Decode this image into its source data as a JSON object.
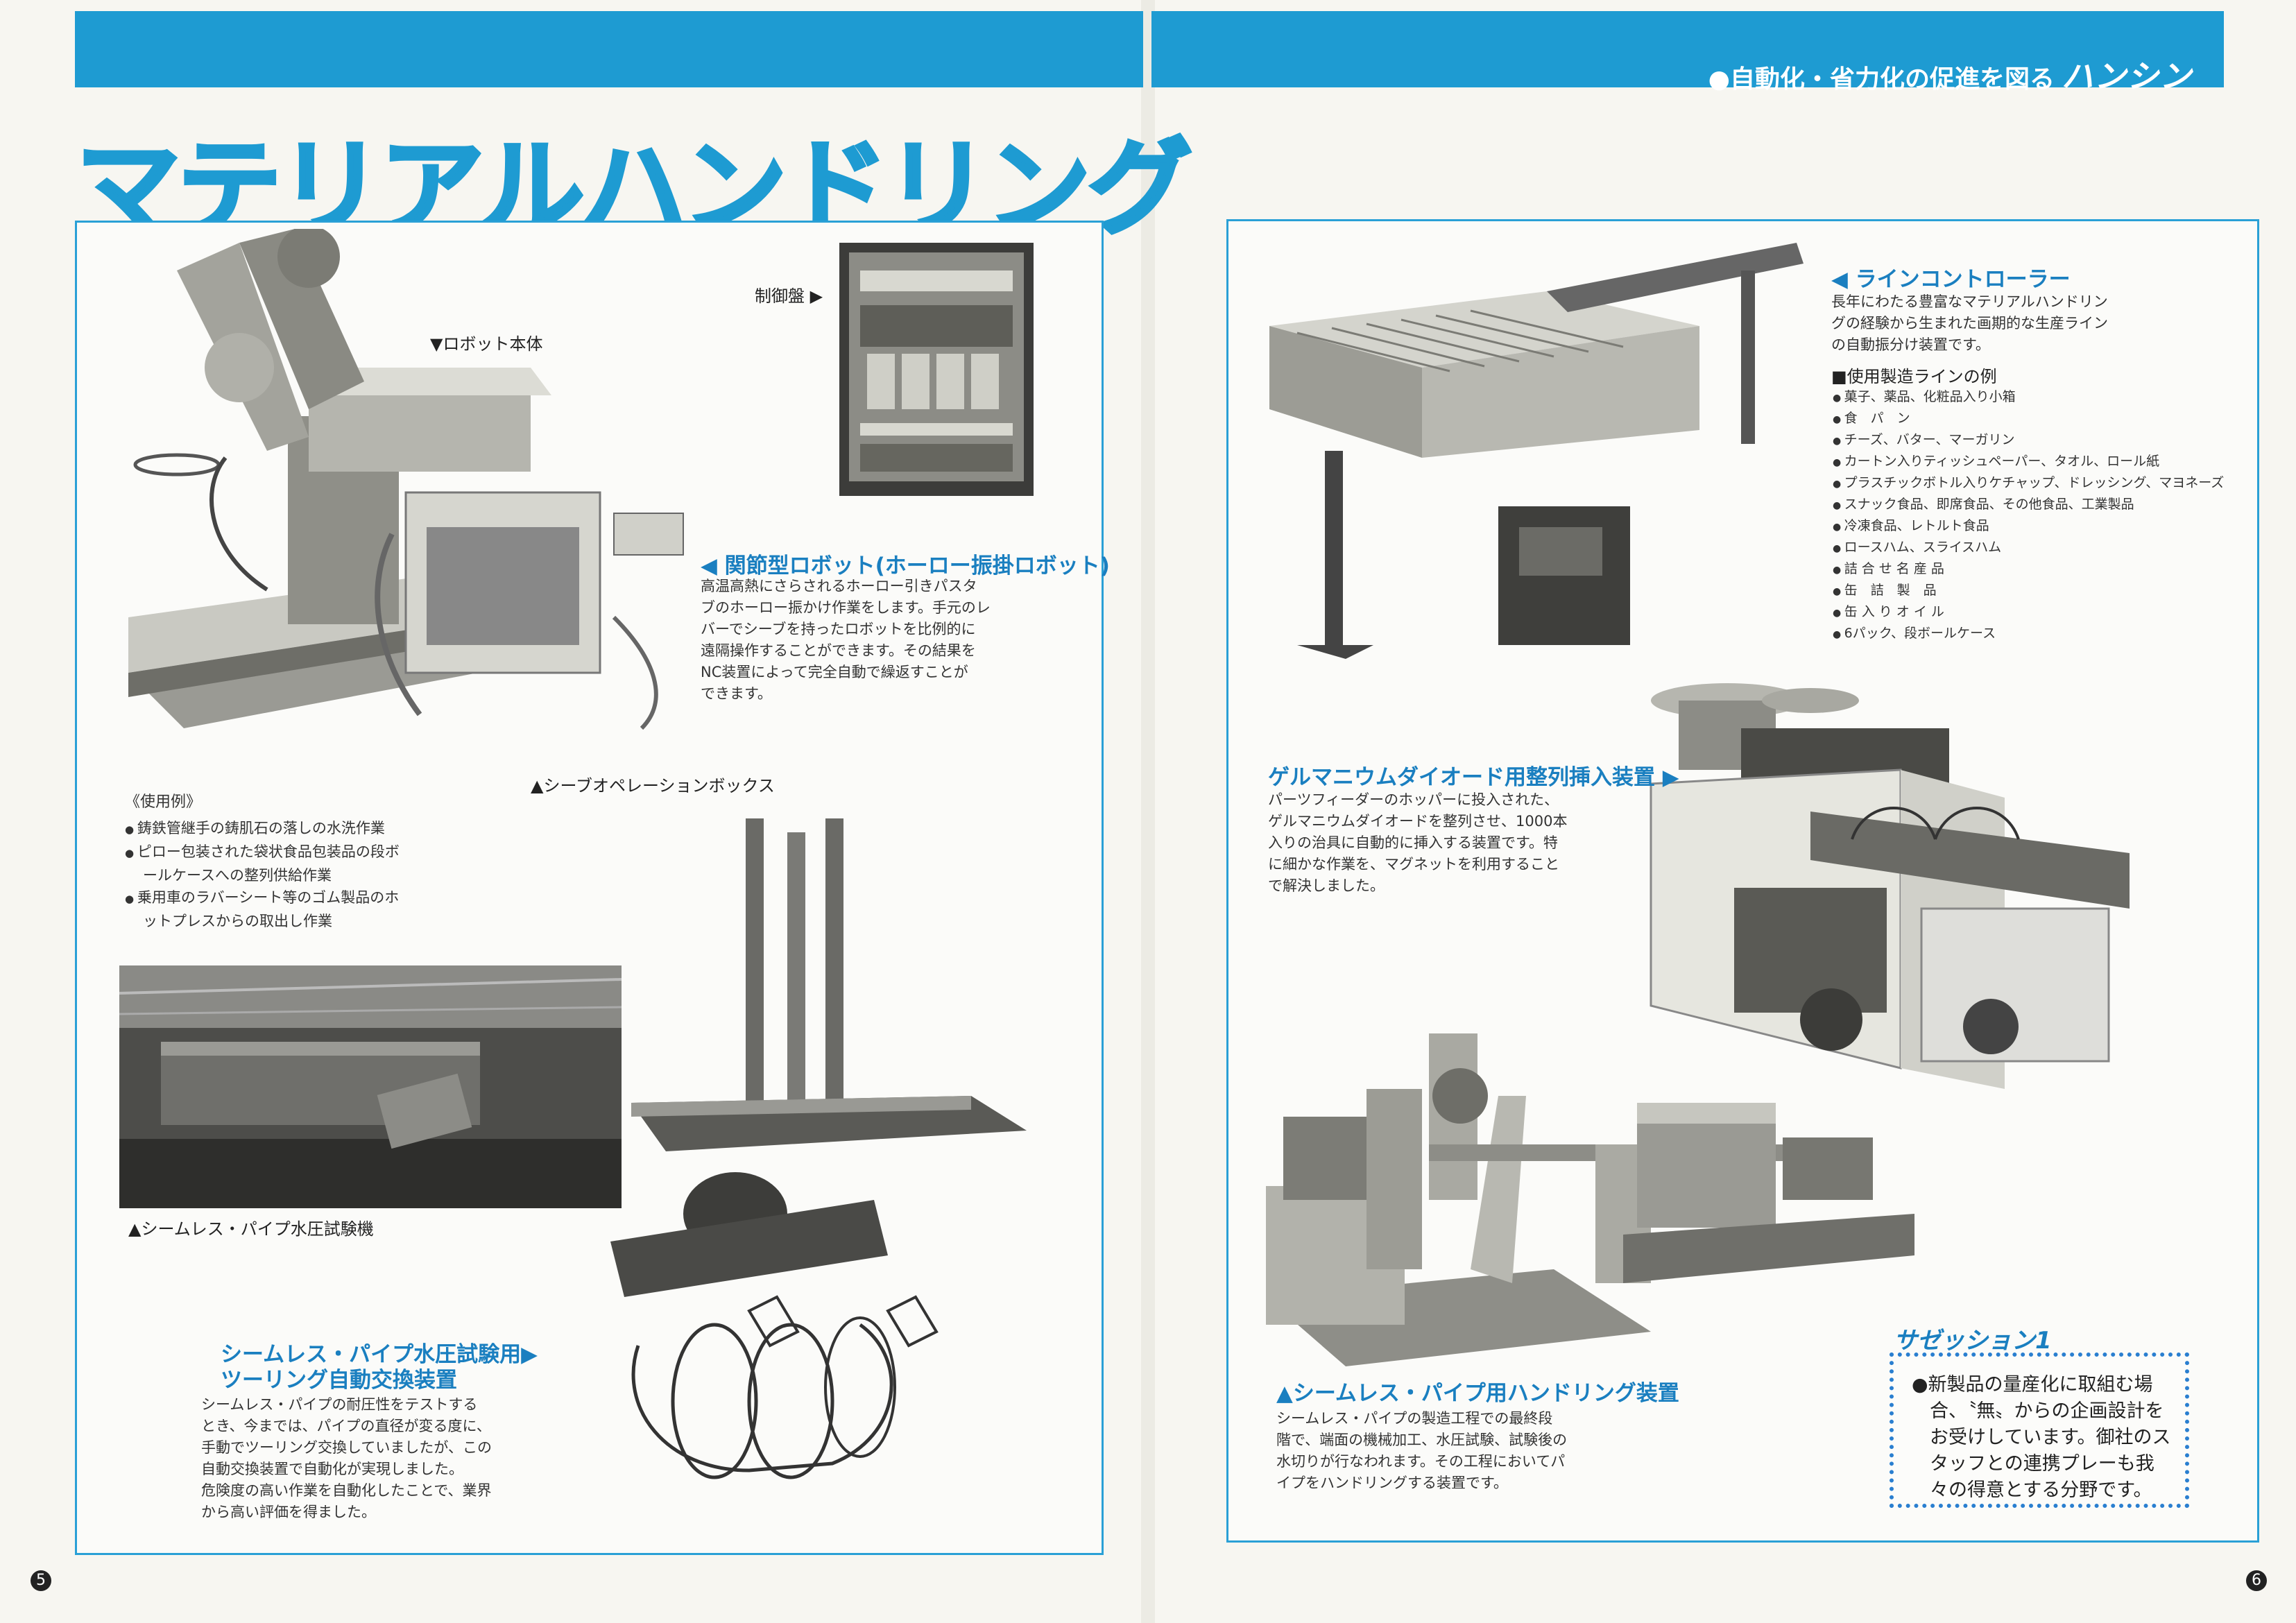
{
  "header": {
    "tagline": "●自動化・省力化の促進を図る",
    "brand": "ハンシン"
  },
  "title": "マテリアルハンドリング",
  "left": {
    "captions": {
      "control_panel": "制御盤 ▶",
      "robot_body": "▼ロボット本体",
      "operation_box": "▲シーブオペレーションボックス",
      "hydro_tester": "▲シームレス・パイプ水圧試験機"
    },
    "robot": {
      "heading": "◀ 関節型ロボット(ホーロー振掛ロボット)",
      "lines": [
        "高温高熱にさらされるホーロー引きパスタ",
        "ブのホーロー振かけ作業をします。手元のレ",
        "バーでシーブを持ったロボットを比例的に",
        "遠隔操作することができます。その結果を",
        "NC装置によって完全自動で繰返すことが",
        "できます。"
      ]
    },
    "uses": {
      "heading": "《使用例》",
      "items": [
        "鋳鉄管継手の鋳肌石の落しの水洗作業",
        "ピロー包装された袋状食品包装品の段ボ\nールケースへの整列供給作業",
        "乗用車のラバーシート等のゴム製品のホ\nットプレスからの取出し作業"
      ]
    },
    "tooling": {
      "heading1": "シームレス・パイプ水圧試験用▶",
      "heading2": "ツーリング自動交換装置",
      "lines": [
        "シームレス・パイプの耐圧性をテストする",
        "とき、今までは、パイプの直径が変る度に、",
        "手動でツーリング交換していましたが、この",
        "自動交換装置で自動化が実現しました。",
        "危険度の高い作業を自動化したことで、業界",
        "から高い評価を得ました。"
      ]
    },
    "page_no": "5"
  },
  "right": {
    "line_controller": {
      "heading": "◀ ラインコントローラー",
      "lines": [
        "長年にわたる豊富なマテリアルハンドリン",
        "グの経験から生まれた画期的な生産ライン",
        "の自動振分け装置です。"
      ],
      "sub_heading": "■使用製造ラインの例",
      "items": [
        "菓子、薬品、化粧品入り小箱",
        "食　パ　ン",
        "チーズ、バター、マーガリン",
        "カートン入りティッシュペーパー、タオル、ロール紙",
        "プラスチックボトル入りケチャップ、ドレッシング、マヨネーズ",
        "スナック食品、即席食品、その他食品、工業製品",
        "冷凍食品、レトルト食品",
        "ロースハム、スライスハム",
        "詰 合 せ 名 産 品",
        "缶　詰　製　品",
        "缶 入 り オ イ ル",
        "6パック、段ボールケース"
      ]
    },
    "diode": {
      "heading": "ゲルマニウムダイオード用整列挿入装置 ▶",
      "lines": [
        "パーツフィーダーのホッパーに投入された、",
        "ゲルマニウムダイオードを整列させ、1000本",
        "入りの治具に自動的に挿入する装置です。特",
        "に細かな作業を、マグネットを利用すること",
        "で解決しました。"
      ]
    },
    "pipe_handling": {
      "heading": "▲シームレス・パイプ用ハンドリング装置",
      "lines": [
        "シームレス・パイプの製造工程での最終段",
        "階で、端面の機械加工、水圧試験、試験後の",
        "水切りが行なわれます。その工程においてパ",
        "イプをハンドリングする装置です。"
      ]
    },
    "sazession": {
      "title": "サゼッション1",
      "lines": [
        "●新製品の量産化に取組む場",
        "合、〝無〟からの企画設計を",
        "お受けしています。御社のス",
        "タッフとの連携プレーも我",
        "々の得意とする分野です。"
      ]
    },
    "page_no": "6"
  },
  "colors": {
    "brand_blue": "#1e9bd2",
    "heading_blue": "#1a7fc0",
    "paper": "#f7f6f1"
  }
}
